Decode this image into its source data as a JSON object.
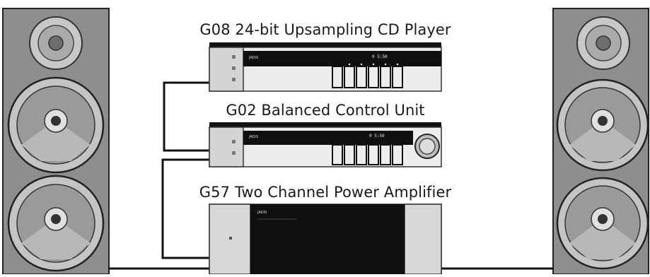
{
  "components": [
    {
      "name": "G08 24-bit Upsampling CD Player"
    },
    {
      "name": "G02 Balanced Control Unit"
    },
    {
      "name": "G57 Two Channel Power Amplifier"
    }
  ],
  "branding": {
    "logo": "JADIS",
    "display": "0 5:50"
  },
  "icons": {
    "speaker": "loudspeaker-icon",
    "tweeter": "tweeter-icon",
    "woofer": "woofer-icon",
    "knob": "volume-knob-icon",
    "button": "button-icon"
  },
  "colors": {
    "cabinet": "#8e8e8e",
    "chassis_front": "#ececec",
    "chassis_side": "#d4d4d4",
    "panel_black": "#0f0f0f",
    "cable": "#111111"
  }
}
